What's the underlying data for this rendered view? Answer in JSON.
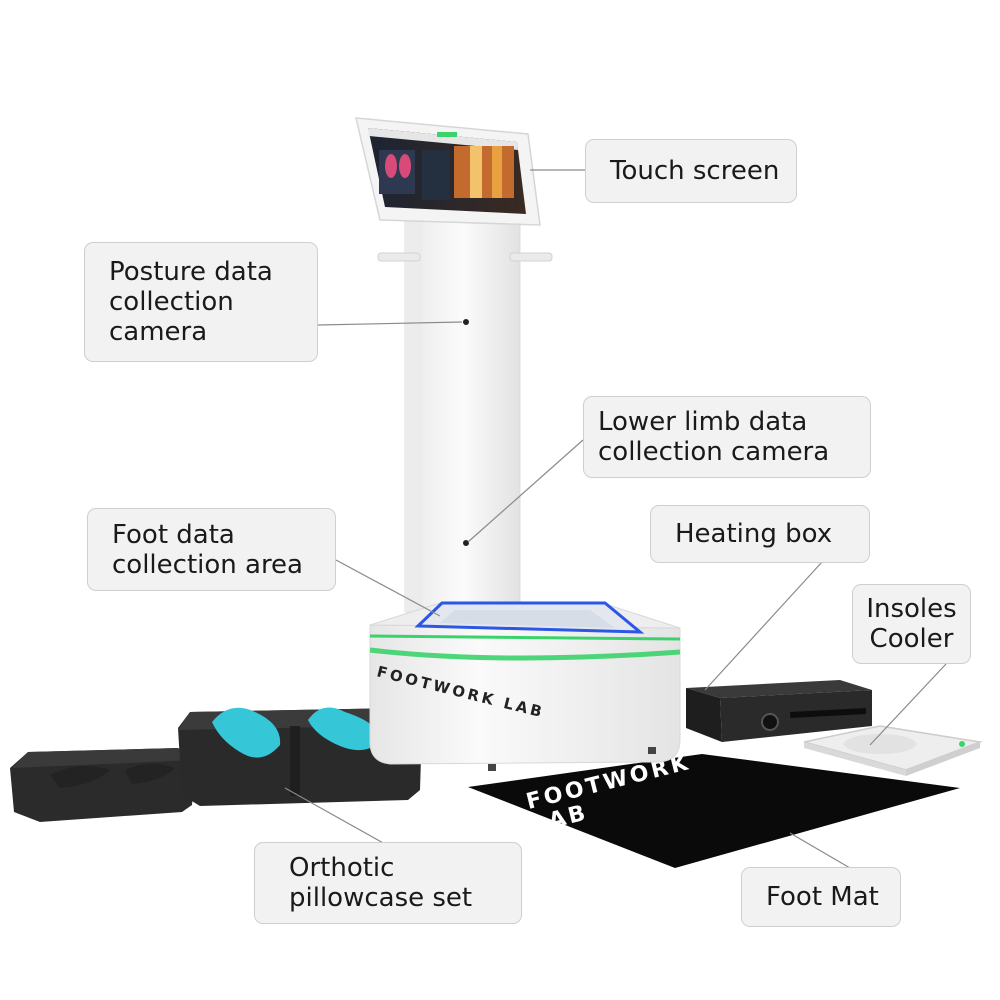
{
  "labels": {
    "touch_screen": [
      "Touch screen"
    ],
    "posture_camera": [
      "Posture data",
      "collection",
      "camera"
    ],
    "lower_limb_camera": [
      "Lower limb data",
      "collection camera"
    ],
    "foot_area": [
      "Foot data",
      "collection area"
    ],
    "heating_box": [
      "Heating box"
    ],
    "insoles_cooler": [
      "Insoles",
      "Cooler"
    ],
    "pillowcase_set": [
      "Orthotic",
      "pillowcase set"
    ],
    "foot_mat": [
      "Foot Mat"
    ]
  },
  "brand": {
    "base_logo": "FOOTWORK LAB",
    "mat_logo_line1": "FOOTWORK",
    "mat_logo_line2": "LAB"
  },
  "colors": {
    "background": "#ffffff",
    "callout_bg": "#f2f2f2",
    "callout_border": "#cfcfcf",
    "leader_line": "#8a8a8a",
    "device_body": "#f6f6f6",
    "led_green": "#3ad36b",
    "led_blue": "#2b57e6",
    "insole_cyan": "#35c6d8",
    "foam_dark": "#2a2a2a",
    "mat_black": "#0a0a0a"
  }
}
